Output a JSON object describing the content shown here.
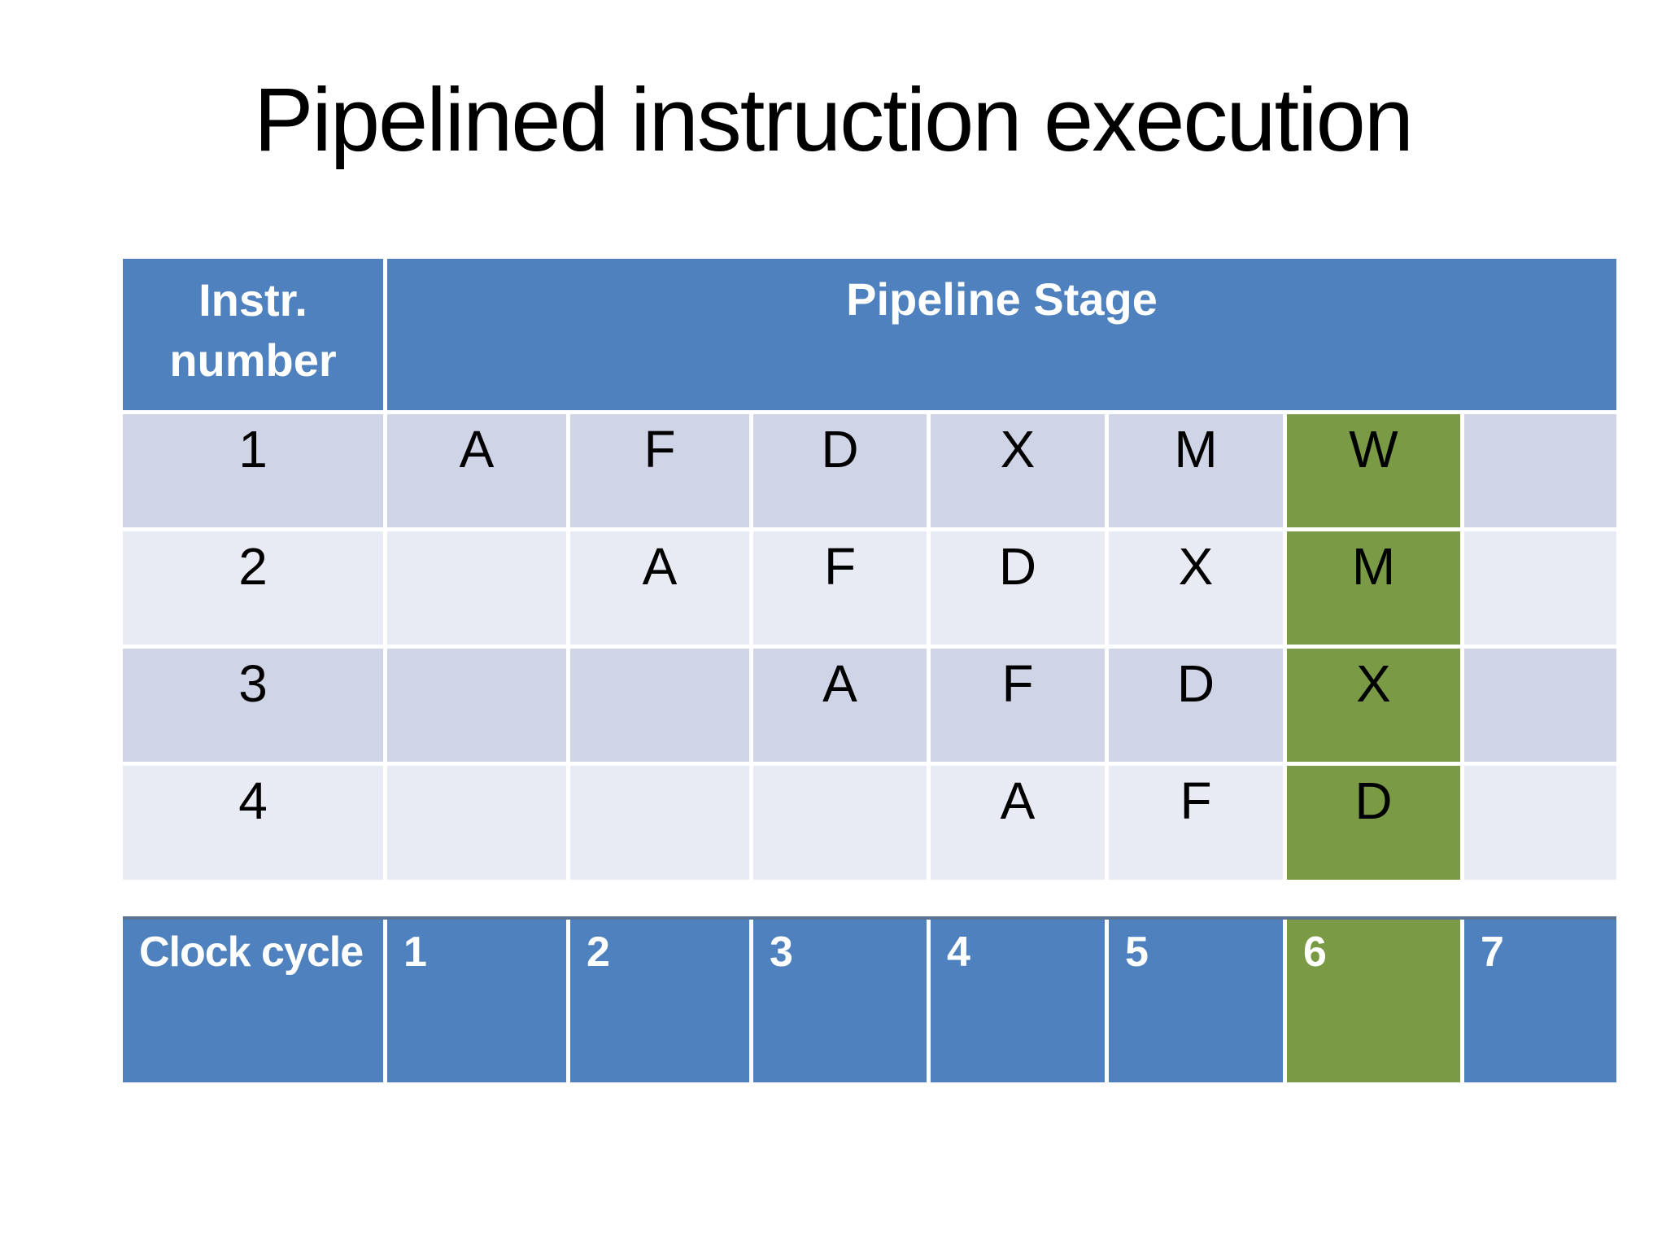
{
  "title": "Pipelined instruction execution",
  "colors": {
    "header_blue": "#4E81BD",
    "highlight_green": "#7A9A45",
    "row_dark": "#CFD5E6",
    "row_light": "#E9EBF4",
    "text_dark": "#000000",
    "text_light": "#FFFFFF"
  },
  "pipeline_table": {
    "header": {
      "instr_line1": "Instr.",
      "instr_line2": "number",
      "stage_label": "Pipeline Stage"
    },
    "highlight_stage_index": 5,
    "rows": [
      {
        "instr": "1",
        "stages": [
          "A",
          "F",
          "D",
          "X",
          "M",
          "W",
          ""
        ]
      },
      {
        "instr": "2",
        "stages": [
          "",
          "A",
          "F",
          "D",
          "X",
          "M",
          ""
        ]
      },
      {
        "instr": "3",
        "stages": [
          "",
          "",
          "A",
          "F",
          "D",
          "X",
          ""
        ]
      },
      {
        "instr": "4",
        "stages": [
          "",
          "",
          "",
          "A",
          "F",
          "D",
          ""
        ]
      }
    ]
  },
  "clock_table": {
    "label": "Clock cycle",
    "cycles": [
      "1",
      "2",
      "3",
      "4",
      "5",
      "6",
      "7"
    ],
    "highlight_cycle_index": 5
  }
}
